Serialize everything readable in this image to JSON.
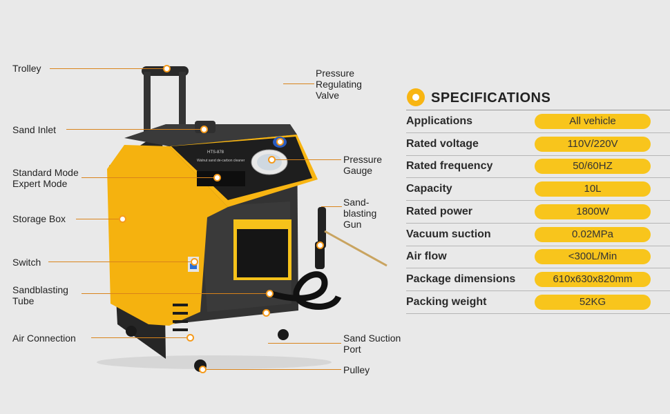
{
  "callouts": {
    "trolley": "Trolley",
    "sand_inlet": "Sand Inlet",
    "mode": "Standard Mode\nExpert Mode",
    "storage_box": "Storage Box",
    "switch": "Switch",
    "sandblasting_tube": "Sandblasting\nTube",
    "air_connection": "Air Connection",
    "pressure_valve": "Pressure\nRegulating\nValve",
    "pressure_gauge": "Pressure\nGauge",
    "sandblasting_gun": "Sand-\nblasting\nGun",
    "sand_suction_port": "Sand Suction\nPort",
    "pulley": "Pulley"
  },
  "machine": {
    "model": "HTS-878",
    "panel_title": "Walnut sand de-carbon cleaner",
    "body_color": "#2b2b2b",
    "accent_color": "#f8b512"
  },
  "specs": {
    "title": "SPECIFICATIONS",
    "rows": [
      {
        "key": "Applications",
        "value": "All vehicle"
      },
      {
        "key": "Rated voltage",
        "value": "110V/220V"
      },
      {
        "key": "Rated frequency",
        "value": "50/60HZ"
      },
      {
        "key": "Capacity",
        "value": "10L"
      },
      {
        "key": "Rated power",
        "value": "1800W"
      },
      {
        "key": "Vacuum suction",
        "value": "0.02MPa"
      },
      {
        "key": "Air flow",
        "value": "<300L/Min"
      },
      {
        "key": "Package dimensions",
        "value": "610x630x820mm"
      },
      {
        "key": "Packing weight",
        "value": "52KG"
      }
    ]
  }
}
